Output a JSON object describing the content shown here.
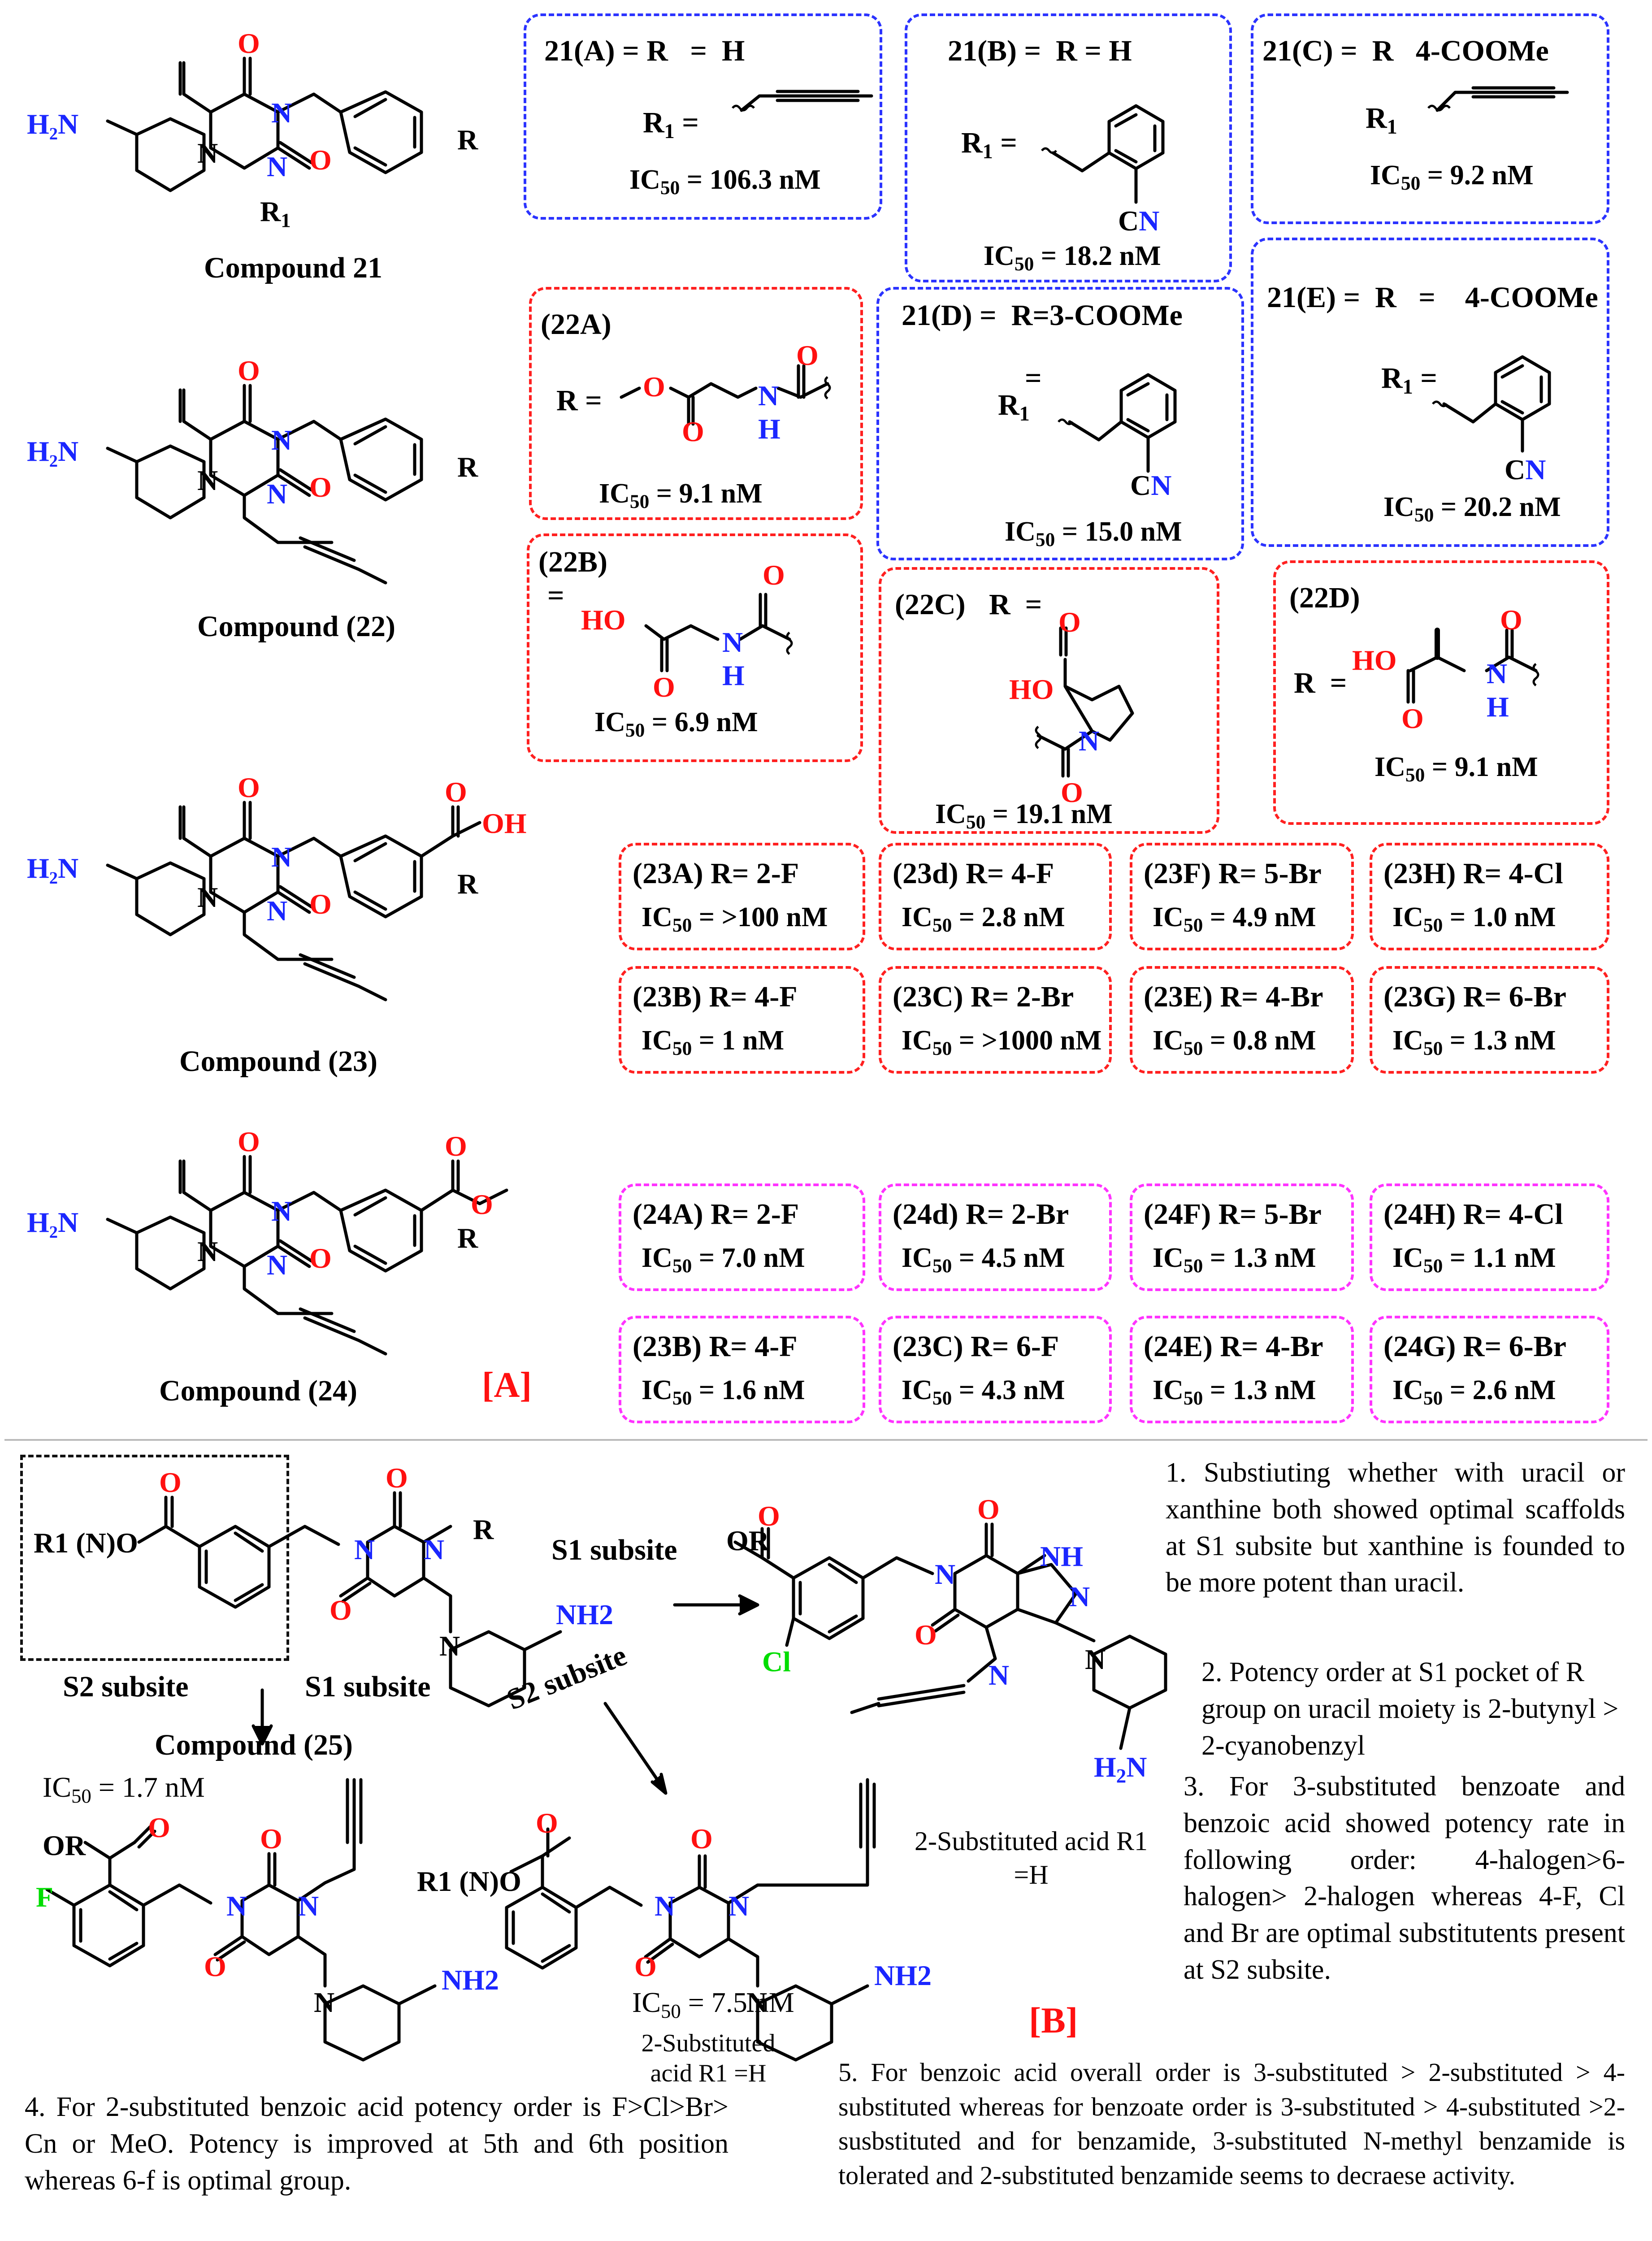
{
  "panelA": {
    "label": "[A]",
    "compounds": [
      {
        "name": "Compound 21",
        "amine": "H₂N",
        "r": "R",
        "r1": "R",
        "r1_sub": "1"
      },
      {
        "name": "Compound (22)",
        "amine": "H₂N",
        "r": "R"
      },
      {
        "name": "Compound (23)",
        "amine": "H₂N",
        "r": "R",
        "acid": "OH"
      },
      {
        "name": "Compound (24)",
        "amine": "H₂N",
        "r": "R"
      }
    ],
    "blue_boxes": [
      {
        "title": "21(A) = R = H",
        "r1_label": "R1 =",
        "ic50": "IC50 = 106.3 nM"
      },
      {
        "title": "21(B) = R = H",
        "r1_label": "R1 =",
        "ic50": "IC50 = 18.2 nM"
      },
      {
        "title": "21(C) = R 4-COOMe",
        "r1_label": "R1",
        "ic50": "IC50 = 9.2 nM"
      },
      {
        "title": "21(D) = R=3-COOMe",
        "r1_label": "R1 =",
        "ic50": "IC50 = 15.0 nM"
      },
      {
        "title": "21(E) = R = 4-COOMe",
        "r1_label": "R1 =",
        "ic50": "IC50 = 20.2 nM"
      }
    ],
    "red_boxes": [
      {
        "title": "(22A)",
        "r_label": "R =",
        "ic50": "IC50 = 9.1 nM"
      },
      {
        "title": "(22B)",
        "r_label": "=",
        "ic50": "IC50 = 6.9 nM"
      },
      {
        "title": "(22C)",
        "r_label": "R =",
        "ic50": "IC50 = 19.1 nM"
      },
      {
        "title": "(22D)",
        "r_label": "R =",
        "ic50": "IC50 = 9.1 nM"
      }
    ],
    "series23": [
      {
        "label": "(23A) R= 2-F",
        "ic50": "IC50 = >100 nM"
      },
      {
        "label": "(23d) R= 4-F",
        "ic50": "IC50 = 2.8 nM"
      },
      {
        "label": "(23F) R= 5-Br",
        "ic50": "IC50 = 4.9 nM"
      },
      {
        "label": "(23H) R= 4-Cl",
        "ic50": "IC50 = 1.0 nM"
      },
      {
        "label": "(23B) R= 4-F",
        "ic50": "IC50 = 1 nM"
      },
      {
        "label": "(23C) R= 2-Br",
        "ic50": "IC50 = >1000 nM"
      },
      {
        "label": "(23E) R= 4-Br",
        "ic50": "IC50 = 0.8 nM"
      },
      {
        "label": "(23G) R= 6-Br",
        "ic50": "IC50 = 1.3 nM"
      }
    ],
    "series24": [
      {
        "label": "(24A) R= 2-F",
        "ic50": "IC50 = 7.0 nM"
      },
      {
        "label": "(24d) R= 2-Br",
        "ic50": "IC50 = 4.5 nM"
      },
      {
        "label": "(24F) R= 5-Br",
        "ic50": "IC50 = 1.3 nM"
      },
      {
        "label": "(24H) R= 4-Cl",
        "ic50": "IC50 = 1.1 nM"
      },
      {
        "label": "(23B) R= 4-F",
        "ic50": "IC50 = 1.6 nM"
      },
      {
        "label": "(23C) R= 6-F",
        "ic50": "IC50 = 4.3 nM"
      },
      {
        "label": "(24E) R= 4-Br",
        "ic50": "IC50 = 1.3 nM"
      },
      {
        "label": "(24G) R= 6-Br",
        "ic50": "IC50 = 2.6 nM"
      }
    ]
  },
  "panelB": {
    "label": "[B]",
    "compound_name": "Compound (25)",
    "s2_subsite": "S2 subsite",
    "s1_subsite": "S1 subsite",
    "s1_subsite_top": "S1 subsite",
    "s2_subsite_diag": "S2 subsite",
    "r1_group": "R1 (N)O",
    "nh2": "NH2",
    "r_label": "R",
    "left_ic50": "IC50 = 1.7 nM",
    "middle_ic50": "IC50 = 7.5 nM",
    "middle_caption": "2-Substituted acid R1 =H",
    "right_caption": "2-Substituted acid R1 =H",
    "xanthine_or": "OR",
    "xanthine_cl": "Cl",
    "left_or": "OR",
    "left_f": "F",
    "notes": [
      "1. Substiuting whether with uracil or xanthine both showed optimal scaffolds at S1 subsite but xanthine is founded to be more potent than uracil.",
      "2. Potency order at S1 pocket of R group on uracil moiety is 2-butynyl > 2-cyanobenzyl",
      "3. For 3-substituted benzoate and benzoic acid showed potency rate in following order: 4-halogen>6-halogen> 2-halogen whereas 4-F, Cl and Br are optimal substitutents present at S2 subsite.",
      "4. For 2-substituted benzoic acid potency order is F>Cl>Br> Cn or MeO. Potency is improved at 5th and 6th position whereas 6-f is optimal group.",
      "5. For benzoic acid overall order is 3-substituted > 2-substituted > 4-substituted whereas for benzoate order is 3-substituted > 4-substituted >2-susbstituted and for benzamide, 3-substituted N-methyl benzamide is tolerated and 2-substituted benzamide seems to decraese activity."
    ]
  }
}
